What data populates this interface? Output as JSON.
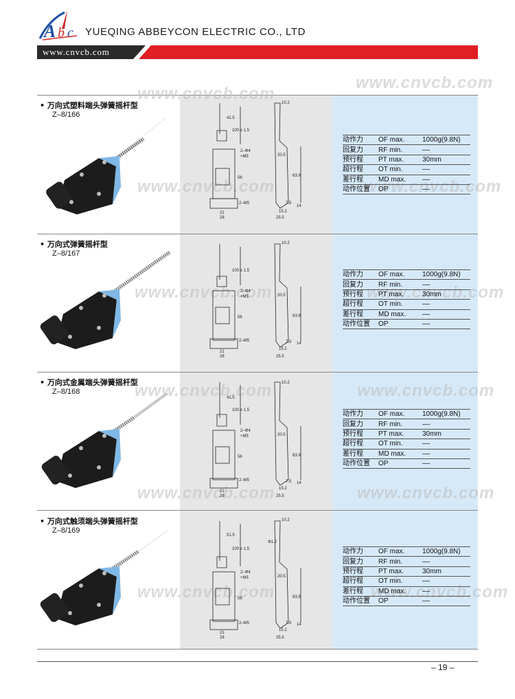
{
  "header": {
    "logo_text": "AbC",
    "company": "YUEQING ABBEYCON ELECTRIC CO., LTD",
    "website": "www.cnvcb.com",
    "colors": {
      "accent": "#e01f25",
      "band_dark": "#2a2a2a",
      "logo_blue": "#1f4ea3",
      "logo_red": "#d42a2a"
    }
  },
  "watermark": "www.cnvcb.com",
  "products": [
    {
      "title": "• 万向式塑料端头弹簧摇杆型",
      "model": "Z–8/166",
      "dims": {
        "a": "10.2",
        "b": "41.5",
        "c": "100 ± 1.5",
        "d": "2–Φ4",
        "e": "+M5",
        "f": "20.5",
        "g": "56",
        "h": "63.9",
        "i": "2–M5",
        "j": "7.5",
        "k": "14",
        "l": "15.2",
        "m": "21",
        "n": "28",
        "o": "25.5"
      },
      "specs": [
        {
          "label": "动作力",
          "code": "OF  max.",
          "value": "1000g(9.8N)"
        },
        {
          "label": "回复力",
          "code": "RF  min.",
          "value": "––"
        },
        {
          "label": "预行程",
          "code": "PT  max.",
          "value": "30mm"
        },
        {
          "label": "超行程",
          "code": "OT  min.",
          "value": "––"
        },
        {
          "label": "差行程",
          "code": "MD max.",
          "value": "––"
        },
        {
          "label": "动作位置",
          "code": "OP",
          "value": "––"
        }
      ]
    },
    {
      "title": "• 万向式弹簧摇杆型",
      "model": "Z–8/167",
      "dims": {
        "a": "10.2",
        "c": "100 ± 1.5",
        "d": "2–Φ4",
        "e": "+M5",
        "f": "20.5",
        "g": "56",
        "h": "63.9",
        "i": "2–M5",
        "j": "7.5",
        "k": "14",
        "l": "15.2",
        "m": "21",
        "n": "28",
        "o": "25.5"
      },
      "specs": [
        {
          "label": "动作力",
          "code": "OF  max.",
          "value": "1000g(9.8N)"
        },
        {
          "label": "回复力",
          "code": "RF  min.",
          "value": "––"
        },
        {
          "label": "预行程",
          "code": "PT  max.",
          "value": "30mm"
        },
        {
          "label": "超行程",
          "code": "OT  min.",
          "value": "––"
        },
        {
          "label": "差行程",
          "code": "MD max.",
          "value": "––"
        },
        {
          "label": "动作位置",
          "code": "OP",
          "value": "––"
        }
      ]
    },
    {
      "title": "• 万向式金属端头弹簧摇杆型",
      "model": "Z–8/168",
      "dims": {
        "a": "10.2",
        "b": "41.5",
        "c": "100 ± 1.5",
        "d": "2–Φ4",
        "e": "+M5",
        "f": "20.5",
        "g": "56",
        "h": "63.9",
        "i": "2–M5",
        "j": "7.5",
        "k": "14",
        "l": "15.2",
        "m": "21",
        "n": "28",
        "o": "25.5"
      },
      "specs": [
        {
          "label": "动作力",
          "code": "OF  max.",
          "value": "1000g(9.8N)"
        },
        {
          "label": "回复力",
          "code": "RF  min.",
          "value": "––"
        },
        {
          "label": "预行程",
          "code": "PT  max.",
          "value": "30mm"
        },
        {
          "label": "超行程",
          "code": "OT  min.",
          "value": "––"
        },
        {
          "label": "差行程",
          "code": "MD max.",
          "value": "––"
        },
        {
          "label": "动作位置",
          "code": "OP",
          "value": "––"
        }
      ]
    },
    {
      "title": "• 万向式触须端头弹簧摇杆型",
      "model": "Z–8/169",
      "dims": {
        "a": "10.2",
        "b": "51.5",
        "p": "Φ1.2",
        "c": "100 ± 1.5",
        "d": "2–Φ4",
        "e": "+M5",
        "f": "20.5",
        "g": "56",
        "h": "63.9",
        "i": "2–M5",
        "j": "7.5",
        "k": "14",
        "l": "15.2",
        "m": "21",
        "n": "28",
        "o": "25.5"
      },
      "specs": [
        {
          "label": "动作力",
          "code": "OF  max.",
          "value": "1000g(9.8N)"
        },
        {
          "label": "回复力",
          "code": "RF  min.",
          "value": "––"
        },
        {
          "label": "预行程",
          "code": "PT  max.",
          "value": "30mm"
        },
        {
          "label": "超行程",
          "code": "OT  min.",
          "value": "––"
        },
        {
          "label": "差行程",
          "code": "MD max.",
          "value": "––"
        },
        {
          "label": "动作位置",
          "code": "OP",
          "value": "––"
        }
      ]
    }
  ],
  "footer": {
    "page": "– 19 –"
  }
}
